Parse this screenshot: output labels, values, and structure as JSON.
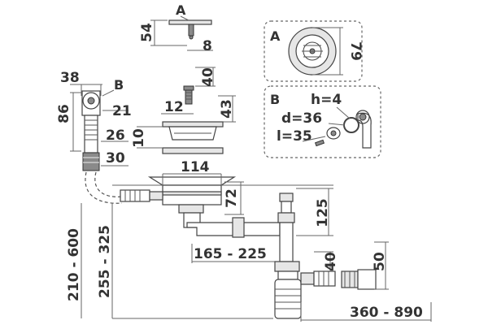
{
  "labels": {
    "strainer_height": "54",
    "strainer_stem": "8",
    "screw_length": "40",
    "screw_diam": "12",
    "flange_height": "43",
    "gasket_gap": "10",
    "overflow_width": "38",
    "overflow_height": "86",
    "overflow_inner": "21",
    "hose_26": "26",
    "hose_30": "30",
    "basket_width": "114",
    "outlet_height": "72",
    "pipe_height": "125",
    "pipe_range": "165 - 225",
    "trap_40": "40",
    "trap_50": "50",
    "vertical_210": "210 - 600",
    "vertical_255": "255 - 325",
    "horizontal_range": "360 - 890",
    "callout_a_letter": "A",
    "callout_b_letter": "B",
    "point_a": "A",
    "point_b": "B",
    "a_diameter": "79",
    "b_h": "h=4",
    "b_d": "d=36",
    "b_l": "l=35"
  }
}
